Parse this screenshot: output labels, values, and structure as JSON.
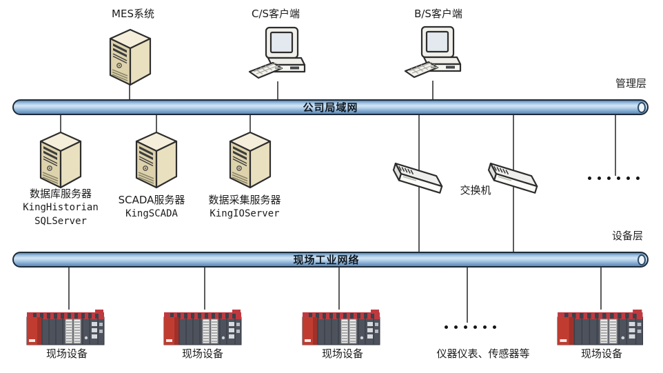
{
  "layers": {
    "management": "管理层",
    "device": "设备层"
  },
  "buses": {
    "lan": "公司局域网",
    "field": "现场工业网络"
  },
  "top_nodes": [
    {
      "label": "MES系统",
      "icon": "tower-server-icon"
    },
    {
      "label": "C/S客户端",
      "icon": "desktop-computer-icon"
    },
    {
      "label": "B/S客户端",
      "icon": "desktop-computer-icon"
    }
  ],
  "servers": [
    {
      "name": "数据库服务器",
      "software": [
        "KingHistorian",
        "SQLServer"
      ]
    },
    {
      "name": "SCADA服务器",
      "software": [
        "KingSCADA"
      ]
    },
    {
      "name": "数据采集服务器",
      "software": [
        "KingIOServer"
      ]
    }
  ],
  "switch": {
    "label": "交换机"
  },
  "field_devices": {
    "plc_labels": [
      "现场设备",
      "现场设备",
      "现场设备",
      "现场设备"
    ],
    "sensors_label": "仪器仪表、传感器等"
  },
  "colors": {
    "bus_border": "#1d2a38",
    "bus_blue_light": "#d4e5f4",
    "bus_blue_dark": "#5d88b4",
    "connector_line": "#5a5a5a",
    "server_beige": "#e6dcba",
    "plc_red": "#c13c30",
    "plc_gray": "#4d525c",
    "text": "#1a1a1a"
  }
}
